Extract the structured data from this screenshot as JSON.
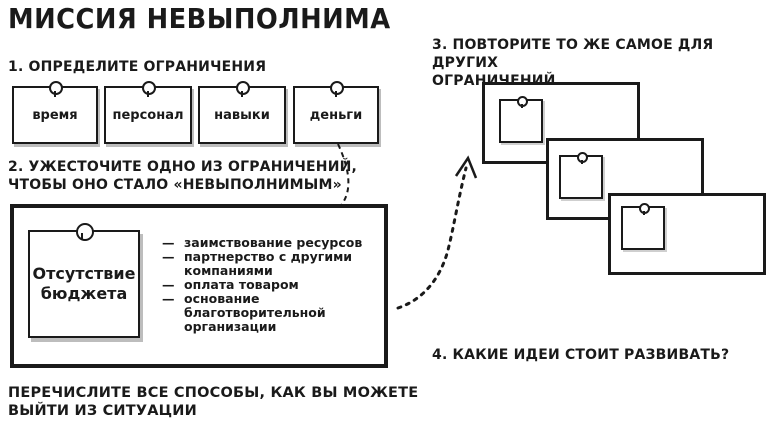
{
  "title": "МИССИЯ НЕВЫПОЛНИМА",
  "step1": "1. ОПРЕДЕЛИТЕ ОГРАНИЧЕНИЯ",
  "constraints": [
    "время",
    "персонал",
    "навыки",
    "деньги"
  ],
  "step2": {
    "line1": "2. УЖЕСТОЧИТЕ ОДНО ИЗ ОГРАНИЧЕНИЙ,",
    "line2": "ЧТОБЫ ОНО СТАЛО «НЕВЫПОЛНИМЫМ»"
  },
  "sticky": {
    "line1": "Отсутствие",
    "line2": "бюджета"
  },
  "ideas": [
    "заимствование ресурсов",
    "партнерство с другими компаниями",
    "оплата товаром",
    "основание благотворительной организации"
  ],
  "bottom_text": {
    "line1": "ПЕРЕЧИСЛИТЕ ВСЕ СПОСОБЫ, КАК ВЫ МОЖЕТЕ",
    "line2": "ВЫЙТИ ИЗ СИТУАЦИИ"
  },
  "step3": {
    "line1": "3. ПОВТОРИТЕ ТО ЖЕ САМОЕ ДЛЯ ДРУГИХ",
    "line2": "ОГРАНИЧЕНИЙ"
  },
  "step4": "4. КАКИЕ ИДЕИ СТОИТ РАЗВИВАТЬ?"
}
